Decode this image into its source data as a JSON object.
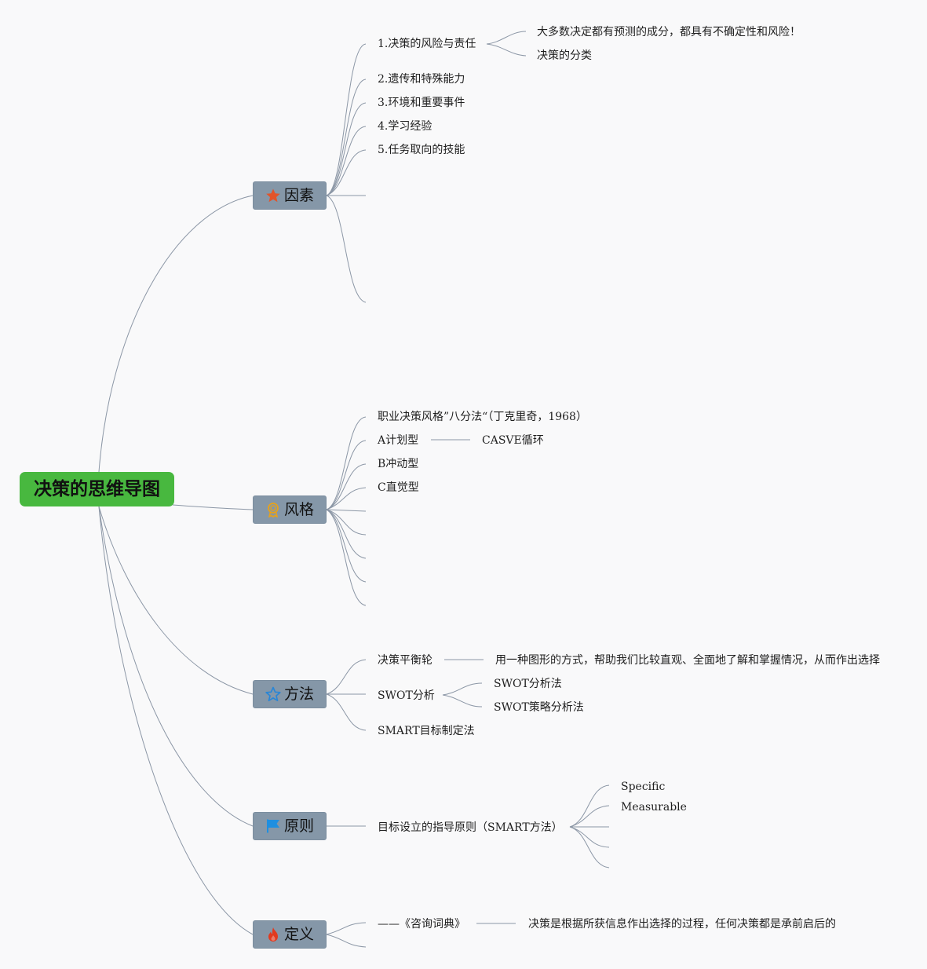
{
  "root": "决策的思维导图",
  "topics": {
    "factors": {
      "label": "因素",
      "icon": "star-icon",
      "items": [
        "1.决策的风险与责任",
        "2.遗传和特殊能力",
        "3.环境和重要事件",
        "4.学习经验",
        "5.任务取向的技能"
      ],
      "risk_children": [
        "大多数决定都有预测的成分，都具有不确定性和风险！",
        "决策的分类"
      ]
    },
    "style": {
      "label": "风格",
      "icon": "award-ribbon-icon",
      "items": [
        "职业决策风格”八分法“（丁克里奇，1968）",
        "A计划型",
        "B冲动型",
        "C直觉型"
      ],
      "plan_child": "CASVE循环"
    },
    "method": {
      "label": "方法",
      "icon": "star-outline-icon",
      "items": [
        "决策平衡轮",
        "SWOT分析",
        "SMART目标制定法"
      ],
      "wheel_child": "用一种图形的方式，帮助我们比较直观、全面地了解和掌握情况，从而作出选择",
      "swot_children": [
        "SWOT分析法",
        "SWOT策略分析法"
      ]
    },
    "principle": {
      "label": "原则",
      "icon": "flag-icon",
      "item": "目标设立的指导原则（SMART方法）",
      "smart_children": [
        "Specific",
        "Measurable"
      ]
    },
    "definition": {
      "label": "定义",
      "icon": "fire-icon",
      "item": "——《咨询词典》",
      "child": "决策是根据所获信息作出选择的过程，任何决策都是承前启后的"
    }
  },
  "colors": {
    "root_bg": "#48b83f",
    "topic_bg": "#8597a8",
    "line": "#8c97a6",
    "star": "#e2542a",
    "award": "#e6a21d",
    "star_outline": "#2a86d6",
    "flag": "#1f8fe0",
    "fire": "#e23a1e"
  }
}
